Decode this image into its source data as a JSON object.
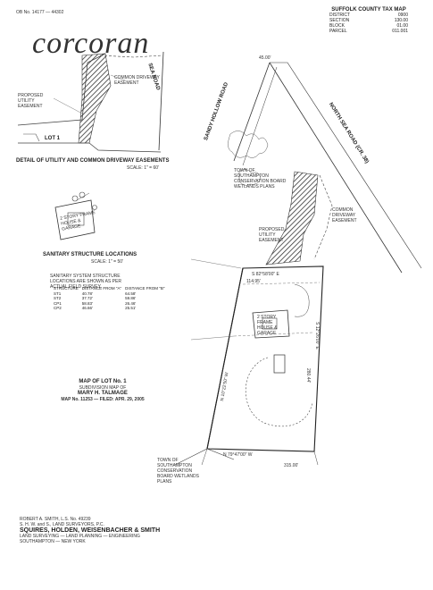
{
  "header": {
    "file_no": "OB No. 14177 — 44302",
    "logo": "corcoran"
  },
  "tax_map": {
    "title": "SUFFOLK COUNTY TAX MAP",
    "rows": [
      {
        "label": "DISTRICT",
        "value": "0900"
      },
      {
        "label": "SECTION",
        "value": "130.00"
      },
      {
        "label": "BLOCK",
        "value": "01.00"
      },
      {
        "label": "PARCEL",
        "value": "011.001"
      }
    ]
  },
  "details": {
    "easement_title": "DETAIL OF UTILITY AND COMMON DRIVEWAY EASEMENTS",
    "easement_scale": "SCALE: 1\" = 60'",
    "lot_label": "LOT 1",
    "proposed_utility": "PROPOSED UTILITY EASEMENT",
    "common_driveway": "COMMON DRIVEWAY EASEMENT",
    "sanitary_title": "SANITARY STRUCTURE LOCATIONS",
    "sanitary_scale": "SCALE: 1\" = 50'",
    "sanitary_note": "SANITARY SYSTEM STRUCTURE LOCATIONS ARE SHOWN AS PER ACTUAL FIELD SURVEY.",
    "sanitary_headers": [
      "STRUCTURE",
      "DISTANCE FROM \"A\"",
      "DISTANCE FROM \"B\""
    ],
    "sanitary_rows": [
      [
        "ST1",
        "40.78'",
        "64.58'"
      ],
      [
        "ST2",
        "37.72'",
        "59.86'"
      ],
      [
        "CP1",
        "58.83'",
        "26.46'"
      ],
      [
        "CP2",
        "46.66'",
        "25.51'"
      ]
    ],
    "house_label": "2 STORY FRAME HOUSE & GARAGE"
  },
  "map_title": {
    "line1": "MAP OF LOT No. 1",
    "line2": "SUBDIVISION MAP OF",
    "line3": "MARY H. TALMAGE",
    "line4": "MAP No. 11253 — FILED: APR. 29, 2005"
  },
  "roads": {
    "sandy_hollow": "SANDY HOLLOW ROAD",
    "north_sea": "NORTH SEA ROAD (CR. 38)",
    "sea_road": "SEA ROAD"
  },
  "plan_labels": {
    "conservation_top": "TOWN OF SOUTHAMPTON CONSERVATION BOARD WETLANDS PLANS",
    "conservation_bottom": "TOWN OF SOUTHAMPTON CONSERVATION BOARD WETLANDS PLANS",
    "proposed_utility": "PROPOSED UTILITY EASEMENT",
    "common_driveway": "COMMON DRIVEWAY EASEMENT",
    "house": "2 STORY FRAME HOUSE & GARAGE",
    "dim_top": "S 82°58'00\" E",
    "dim_bottom": "N 79°47'00\" W",
    "dim_right": "S 12°26'00\" E",
    "dim_left": "N 10°22'50\" W",
    "dist_bottom": "315.00'",
    "dist_top": "114.95'",
    "dist_right": "280.44'",
    "dist_north": "45.00'"
  },
  "footer": {
    "surveyor": "ROBERT A. SMITH, L.S. No. 49239",
    "associates": "S. H. W. and S., LAND SURVEYORS, P.C.",
    "firm": "SQUIRES, HOLDEN, WEISENBACHER & SMITH",
    "services": "LAND SURVEYING — LAND PLANNING — ENGINEERING",
    "location": "SOUTHAMPTON — NEW YORK"
  }
}
